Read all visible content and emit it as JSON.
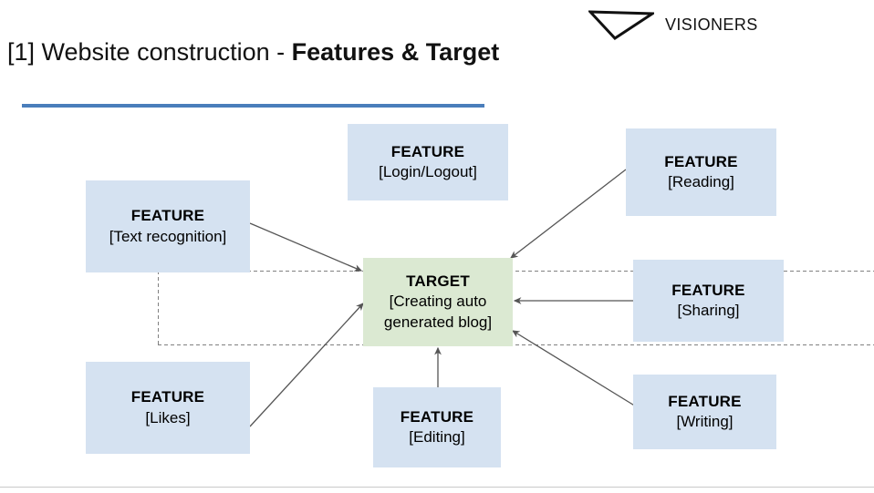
{
  "brand": {
    "logo_icon": "triangle-outline-icon",
    "name": "VISIONERS"
  },
  "title": {
    "prefix": "[1] Website construction - ",
    "emphasis": "Features & Target",
    "accent_color": "#4a7ebb"
  },
  "diagram": {
    "type": "hub-and-spoke",
    "colors": {
      "feature_fill": "#d5e2f1",
      "target_fill": "#dbe9d2",
      "connector": "#555555",
      "guide": "#808080"
    },
    "nodes": [
      {
        "id": "text-recognition",
        "kind": "FEATURE",
        "title": "FEATURE",
        "sub": "[Text recognition]"
      },
      {
        "id": "login-logout",
        "kind": "FEATURE",
        "title": "FEATURE",
        "sub": "[Login/Logout]"
      },
      {
        "id": "reading",
        "kind": "FEATURE",
        "title": "FEATURE",
        "sub": "[Reading]"
      },
      {
        "id": "sharing",
        "kind": "FEATURE",
        "title": "FEATURE",
        "sub": "[Sharing]"
      },
      {
        "id": "writing",
        "kind": "FEATURE",
        "title": "FEATURE",
        "sub": "[Writing]"
      },
      {
        "id": "editing",
        "kind": "FEATURE",
        "title": "FEATURE",
        "sub": "[Editing]"
      },
      {
        "id": "likes",
        "kind": "FEATURE",
        "title": "FEATURE",
        "sub": "[Likes]"
      },
      {
        "id": "target",
        "kind": "TARGET",
        "title": "TARGET",
        "sub_line1": "[Creating auto",
        "sub_line2": "generated blog]"
      }
    ],
    "connectors": [
      {
        "from": "text-recognition",
        "to": "target",
        "style": "arrow"
      },
      {
        "from": "reading",
        "to": "target",
        "style": "arrow"
      },
      {
        "from": "sharing",
        "to": "target",
        "style": "arrow"
      },
      {
        "from": "writing",
        "to": "target",
        "style": "arrow"
      },
      {
        "from": "editing",
        "to": "target",
        "style": "arrow"
      },
      {
        "from": "likes",
        "to": "target",
        "style": "arrow"
      }
    ],
    "guides": [
      {
        "orientation": "horizontal",
        "label": "top-alignment-guide"
      },
      {
        "orientation": "horizontal",
        "label": "bottom-alignment-guide"
      },
      {
        "orientation": "vertical",
        "label": "left-alignment-guide"
      }
    ]
  }
}
